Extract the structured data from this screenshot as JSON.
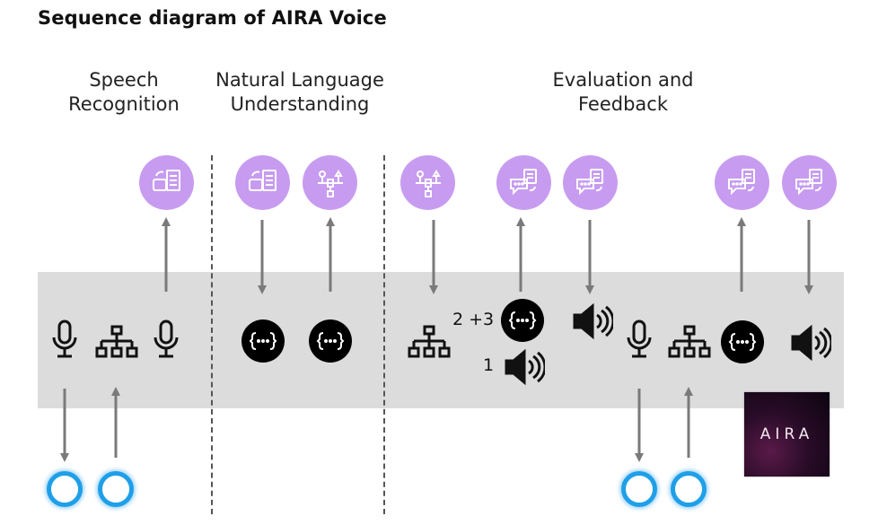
{
  "title": "Sequence diagram of AIRA Voice",
  "columns": {
    "speech": "Speech\nRecognition",
    "nlu": "Natural Language\nUnderstanding",
    "eval": "Evaluation and\nFeedback"
  },
  "steps": {
    "step_23": "2 +3",
    "step_1": "1"
  },
  "logo_text": "AIRA",
  "colors": {
    "band": "#dcdcdc",
    "purple": "#c79cf0",
    "blue": "#1f9fe8",
    "arrow": "#7a7a7a"
  }
}
